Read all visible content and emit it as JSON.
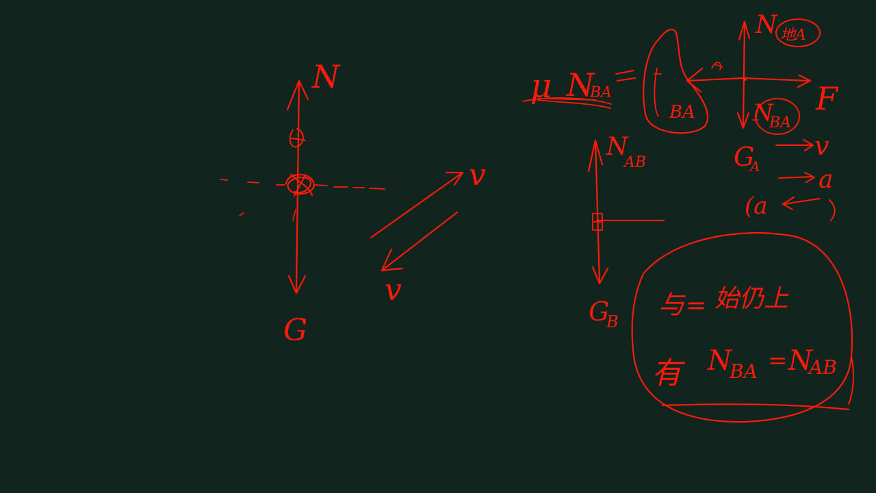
{
  "ink_color": "#ff1a0a",
  "background_color": "#11241e",
  "left_diagram": {
    "top_label": "N",
    "bottom_label": "G",
    "arrow_up_label": "v",
    "arrow_down_label": "v"
  },
  "right_diagram": {
    "friction_lhs_mu": "μ",
    "friction_lhs_N": "N",
    "friction_lhs_sub": "BA",
    "friction_rhs_sub": "BA",
    "block_a_top_N": "N",
    "block_a_top_sub": "地A",
    "block_a_right": "F",
    "block_a_down_N": "N",
    "block_a_down_sub": "BA",
    "block_a_G": "G",
    "block_a_G_sub": "A",
    "velocity_label": "v",
    "acceleration_label": "a",
    "alt_acceleration": "(a",
    "block_b_N": "N",
    "block_b_N_sub": "AB",
    "block_b_G": "G",
    "block_b_G_sub": "B"
  },
  "summary": {
    "line1_lead": "与",
    "line1_eq": "=",
    "line1_text": "始仍上",
    "line2_lead": "有",
    "line2_lhs_N": "N",
    "line2_lhs_sub": "BA",
    "line2_eq": "=",
    "line2_rhs_N": "N",
    "line2_rhs_sub": "AB"
  }
}
